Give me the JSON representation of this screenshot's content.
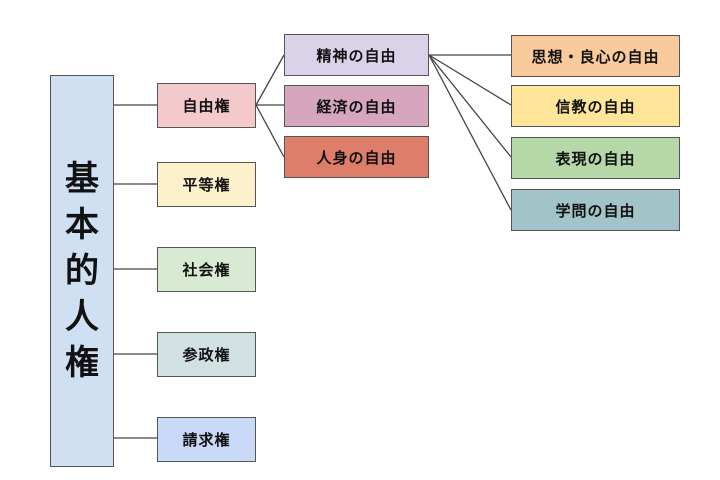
{
  "root": {
    "label": "基本的人権",
    "chars": [
      "基",
      "本",
      "的",
      "人",
      "権"
    ],
    "color": "#cfe0f2"
  },
  "rights": [
    {
      "id": "freedom",
      "label": "自由権",
      "color": "#f4c9cc"
    },
    {
      "id": "equality",
      "label": "平等権",
      "color": "#fdf1cc"
    },
    {
      "id": "social",
      "label": "社会権",
      "color": "#d9ead3"
    },
    {
      "id": "suffrage",
      "label": "参政権",
      "color": "#d0e0e3"
    },
    {
      "id": "petition",
      "label": "請求権",
      "color": "#c9daf8"
    }
  ],
  "freedoms": [
    {
      "id": "spiritual",
      "label": "精神の自由",
      "color": "#d9d2e9"
    },
    {
      "id": "economic",
      "label": "経済の自由",
      "color": "#d5a6bd"
    },
    {
      "id": "personal",
      "label": "人身の自由",
      "color": "#dd7e6b"
    }
  ],
  "spiritual_freedoms": [
    {
      "id": "thought",
      "label": "思想・良心の自由",
      "color": "#f9cb9c"
    },
    {
      "id": "religion",
      "label": "信教の自由",
      "color": "#ffe599"
    },
    {
      "id": "expression",
      "label": "表現の自由",
      "color": "#b6d7a8"
    },
    {
      "id": "academic",
      "label": "学問の自由",
      "color": "#a2c4c9"
    }
  ],
  "line_color": "#444444"
}
